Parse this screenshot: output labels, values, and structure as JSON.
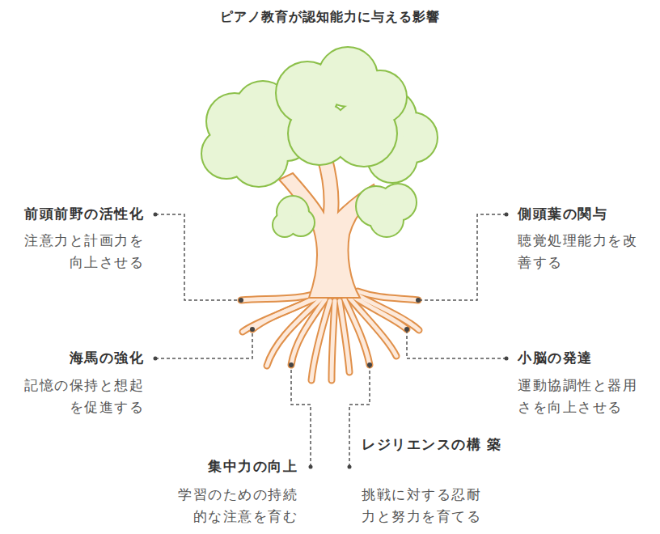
{
  "diagram": {
    "title": "ピアノ教育が認知能力に与える影響",
    "labels": [
      "前頭前野の活性化",
      "注意力と計画力を 向上させる",
      "側頭葉の関与",
      "聴覚処理能力を改 善する",
      "海馬の強化",
      "記憶の保持と想起 を促進する",
      "小脳の発達",
      "運動協調性と器用 さを向上させる",
      "集中力の向上",
      "学習のための持続 的な注意を育む",
      "レジリエンスの構 築",
      "挑戦に対する忍耐 力と努力を育てる"
    ]
  }
}
